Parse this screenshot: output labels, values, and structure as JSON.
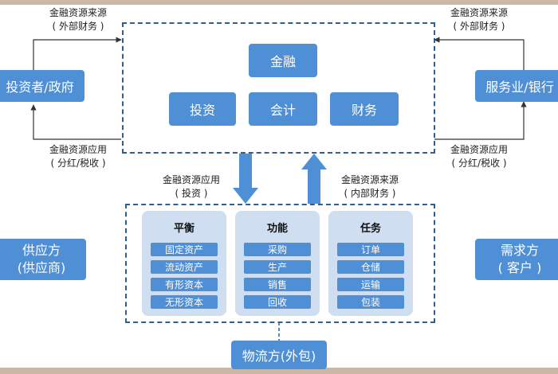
{
  "top_box": "金融",
  "sub_boxes": [
    "投资",
    "会计",
    "财务"
  ],
  "left_box": "投资者/政府",
  "right_box": "服务业/银行",
  "supplier": [
    "供应方",
    "(供应商)"
  ],
  "demand": [
    "需求方",
    "( 客户 )"
  ],
  "logistics": "物流方(外包)",
  "labels": {
    "top_left": [
      "金融资源来源",
      "( 外部财务 )"
    ],
    "top_right": [
      "金融资源来源",
      "( 外部财务 )"
    ],
    "bottom_left": [
      "金融资源应用",
      "( 分红/税收 )"
    ],
    "bottom_right": [
      "金融资源应用",
      "( 分红/税收 )"
    ],
    "mid_left": [
      "金融资源应用",
      "( 投资 )"
    ],
    "mid_right": [
      "金融资源来源",
      "( 内部财务 )"
    ]
  },
  "columns": [
    {
      "title": "平衡",
      "items": [
        "固定资产",
        "流动资产",
        "有形资本",
        "无形资本"
      ]
    },
    {
      "title": "功能",
      "items": [
        "采购",
        "生产",
        "销售",
        "回收"
      ]
    },
    {
      "title": "任务",
      "items": [
        "订单",
        "仓储",
        "运输",
        "包装"
      ]
    }
  ],
  "colors": {
    "box": "#4f8fd6",
    "column_bg": "#cfdef0",
    "dash": "#2f5f8f",
    "arrow": "#4f8fd6"
  }
}
